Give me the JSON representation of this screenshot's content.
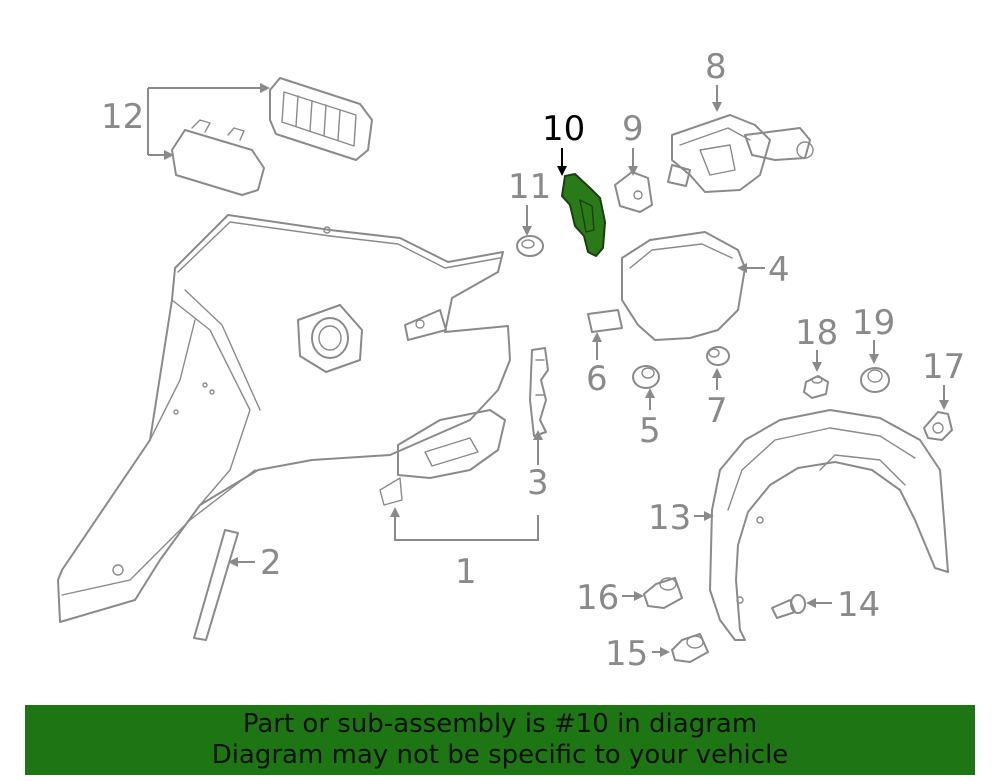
{
  "callouts": {
    "c1": "1",
    "c2": "2",
    "c3": "3",
    "c4": "4",
    "c5": "5",
    "c6": "6",
    "c7": "7",
    "c8": "8",
    "c9": "9",
    "c10": "10",
    "c11": "11",
    "c12": "12",
    "c13": "13",
    "c14": "14",
    "c15": "15",
    "c16": "16",
    "c17": "17",
    "c18": "18",
    "c19": "19"
  },
  "highlight": {
    "part_number": "10",
    "color": "#2a7a1a"
  },
  "banner": {
    "line1": "Part or sub-assembly is #10 in diagram",
    "line2": "Diagram may not be specific to your vehicle",
    "background": "#1e7514"
  },
  "colors": {
    "line_art": "#8a8a8a",
    "highlight_callout": "#000000"
  }
}
